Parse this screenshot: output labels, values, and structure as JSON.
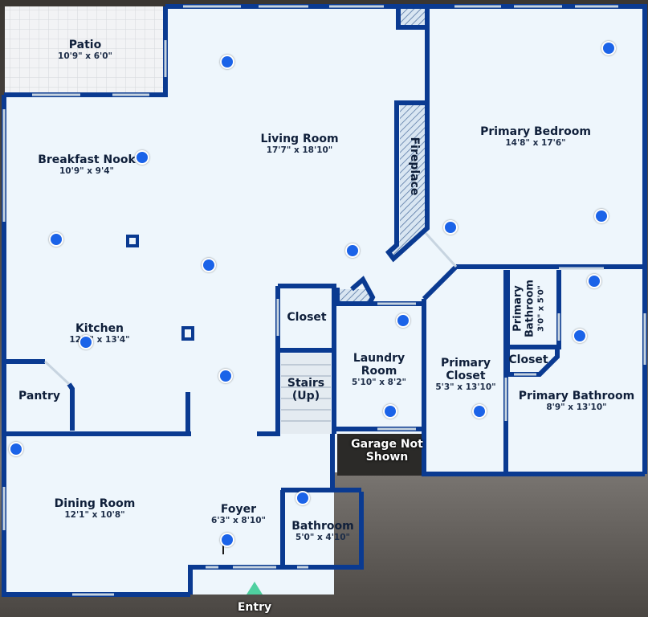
{
  "rooms": {
    "patio": {
      "name": "Patio",
      "dims": "10'9\" x 6'0\""
    },
    "living": {
      "name": "Living Room",
      "dims": "17'7\" x 18'10\""
    },
    "primary_bedroom": {
      "name": "Primary Bedroom",
      "dims": "14'8\" x 17'6\""
    },
    "breakfast": {
      "name": "Breakfast Nook",
      "dims": "10'9\" x 9'4\""
    },
    "fireplace": {
      "name": "Fireplace"
    },
    "kitchen": {
      "name": "Kitchen",
      "dims": "12'0\" x 13'4\""
    },
    "closet1": {
      "name": "Closet"
    },
    "laundry": {
      "name": "Laundry Room",
      "dims": "5'10\" x 8'2\""
    },
    "primary_closet": {
      "name": "Primary Closet",
      "dims": "5'3\" x 13'10\""
    },
    "primary_bath_small": {
      "name": "Primary Bathroom",
      "dims": "3'0\" x 5'0\""
    },
    "closet2": {
      "name": "Closet"
    },
    "primary_bath": {
      "name": "Primary Bathroom",
      "dims": "8'9\" x 13'10\""
    },
    "stairs": {
      "name": "Stairs (Up)"
    },
    "pantry": {
      "name": "Pantry"
    },
    "garage": {
      "name": "Garage Not Shown"
    },
    "dining": {
      "name": "Dining Room",
      "dims": "12'1\" x 10'8\""
    },
    "foyer": {
      "name": "Foyer",
      "dims": "6'3\" x 8'10\""
    },
    "bathroom": {
      "name": "Bathroom",
      "dims": "5'0\" x 4'10\""
    }
  },
  "entry": {
    "label": "Entry"
  },
  "colors": {
    "wall": "#0a3a91",
    "floor": "#eef6fc",
    "marker": "#1b63e8",
    "entry": "#4fd0a0"
  }
}
